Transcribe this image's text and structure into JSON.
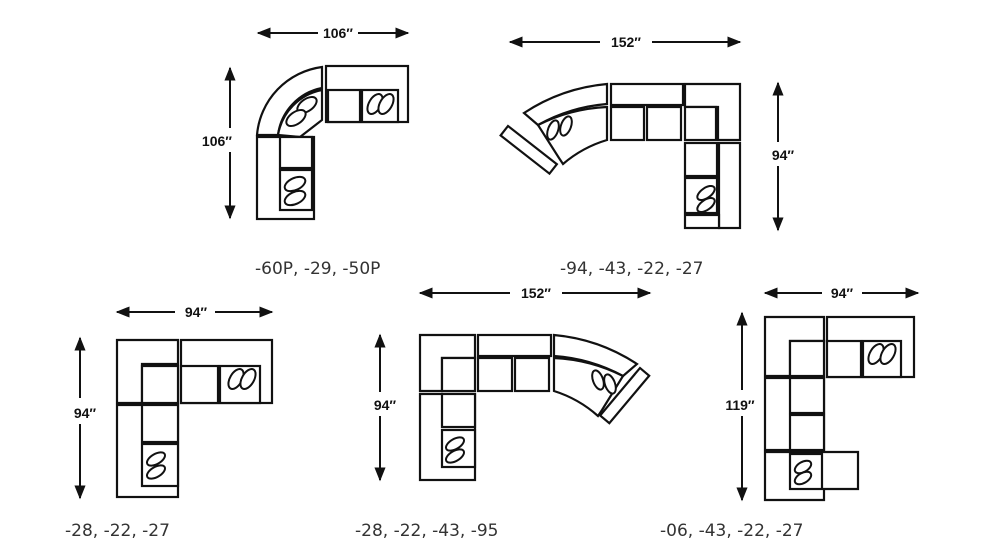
{
  "title": "Sectional configurations",
  "configs": [
    {
      "code": "-60P, -29, -50P",
      "width": "106″",
      "depth": "106″"
    },
    {
      "code": "-94, -43, -22, -27",
      "width": "152″",
      "depth": "94″"
    },
    {
      "code": "-28, -22, -27",
      "width": "94″",
      "depth": "94″"
    },
    {
      "code": "-28, -22, -43, -95",
      "width": "152″",
      "depth": "94″"
    },
    {
      "code": "-06, -43, -22, -27",
      "width": "94″",
      "depth": "119″"
    }
  ]
}
